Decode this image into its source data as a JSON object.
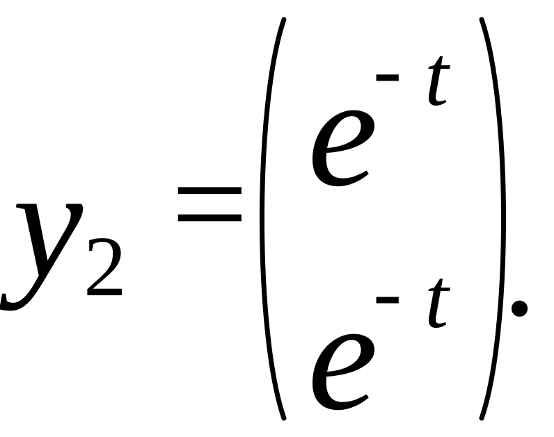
{
  "equation": {
    "lhs": {
      "variable": "y",
      "subscript": "2"
    },
    "relation": "=",
    "matrix": {
      "rows": [
        {
          "base": "e",
          "sign": "-",
          "exponent": "t"
        },
        {
          "base": "e",
          "sign": "-",
          "exponent": "t"
        }
      ]
    },
    "terminator": "."
  }
}
